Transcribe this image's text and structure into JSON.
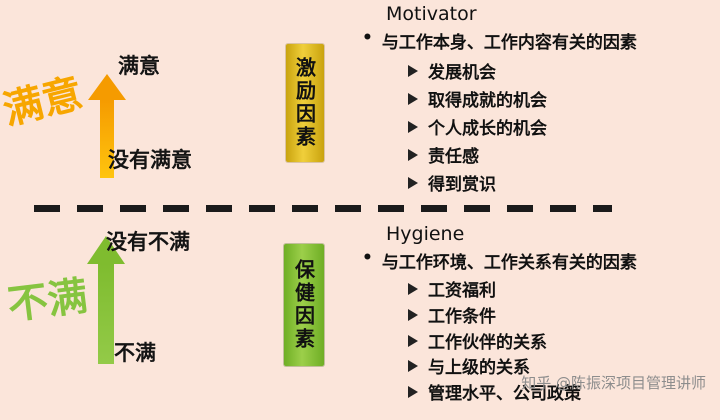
{
  "colors": {
    "background": "#fbe5da",
    "motivator_accent": "#f7a600",
    "hygiene_accent": "#86c440",
    "divider": "#1b1b1b",
    "factor_box_yellow": "#e9be25",
    "factor_box_green": "#8dc63f"
  },
  "motivator": {
    "side_label": "满意",
    "arrow_top_label": "满意",
    "arrow_bottom_label": "没有满意",
    "factor_box_label": "激励因素",
    "heading": "Motivator",
    "bullet": "•",
    "intro": "与工作本身、工作内容有关的因素",
    "items": [
      "发展机会",
      "取得成就的机会",
      "个人成长的机会",
      "责任感",
      "得到赏识"
    ]
  },
  "hygiene": {
    "side_label": "不满",
    "arrow_top_label": "没有不满",
    "arrow_bottom_label": "不满",
    "factor_box_label": "保健因素",
    "heading": "Hygiene",
    "bullet": "•",
    "intro": "与工作环境、工作关系有关的因素",
    "items": [
      "工资福利",
      "工作条件",
      "工作伙伴的关系",
      "与上级的关系",
      "管理水平、公司政策"
    ]
  },
  "watermark": "知乎 @陈振深项目管理讲师"
}
